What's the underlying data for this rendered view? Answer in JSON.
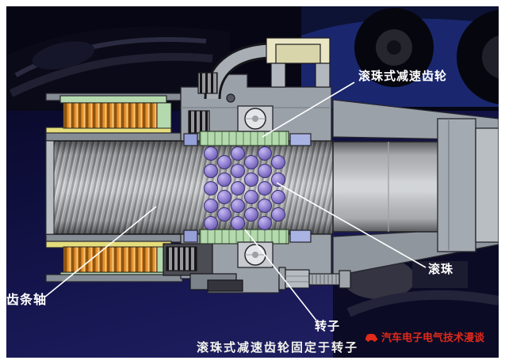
{
  "labels": {
    "reduction_gear": "滚珠式减速齿轮",
    "ball": "滚珠",
    "rack_shaft": "齿条轴",
    "rotor": "转子"
  },
  "caption": "滚珠式减速齿轮固定于转子",
  "watermark": {
    "text": "汽车电子电气技术漫谈",
    "icon": "car-icon",
    "color": "#e02a1a"
  },
  "colors": {
    "frame": "#ffffff",
    "slide_background": "#101040",
    "housing_gray": "#9aa1a9",
    "shaft_gray": "#c6c9cd",
    "ball_purple": "#8d7ccf",
    "coil_orange": "#e2912f",
    "gear_green": "#b5d9ae",
    "seal_blue": "#a9b4e4",
    "bracket_yellow": "#eae6c4",
    "label_text": "#ffffff"
  }
}
